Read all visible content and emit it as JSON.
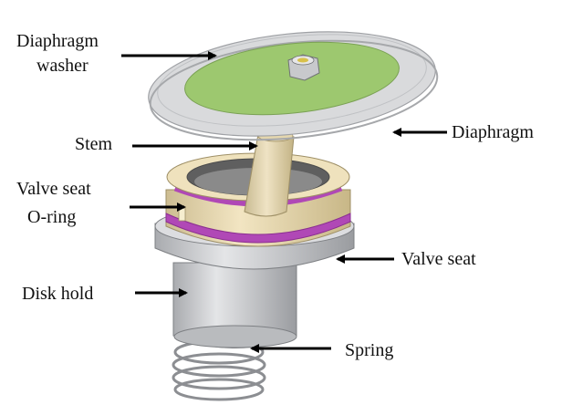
{
  "labels": {
    "diaphragm_washer_line1": "Diaphragm",
    "diaphragm_washer_line2": "washer",
    "diaphragm": "Diaphragm",
    "stem": "Stem",
    "valve_seat_oring_line1": "Valve seat",
    "valve_seat_oring_line2": "O-ring",
    "valve_seat": "Valve  seat",
    "disk_hold": "Disk  hold",
    "spring": "Spring"
  },
  "colors": {
    "washer_green": "#9dc86f",
    "diaphragm_grey": "#d9dadc",
    "stem_beige": "#e6d9b6",
    "seat_beige": "#ecdcb4",
    "oring_purple": "#b048b6",
    "metal_grey": "#c9cacd",
    "arrow": "#000000"
  }
}
